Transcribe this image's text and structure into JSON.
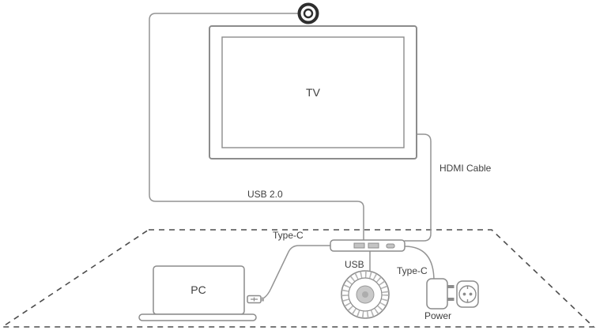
{
  "diagram": {
    "labels": {
      "tv": "TV",
      "pc": "PC",
      "usb2": "USB 2.0",
      "hdmi": "HDMI Cable",
      "typec_left": "Type-C",
      "usb_port": "USB",
      "typec_right": "Type-C",
      "power": "Power"
    },
    "colors": {
      "device_outline": "#8c8c8c",
      "cable": "#949494",
      "table_dash": "#4d4d4d",
      "text": "#3f3f3f",
      "camera": "#2e2e2e"
    }
  }
}
